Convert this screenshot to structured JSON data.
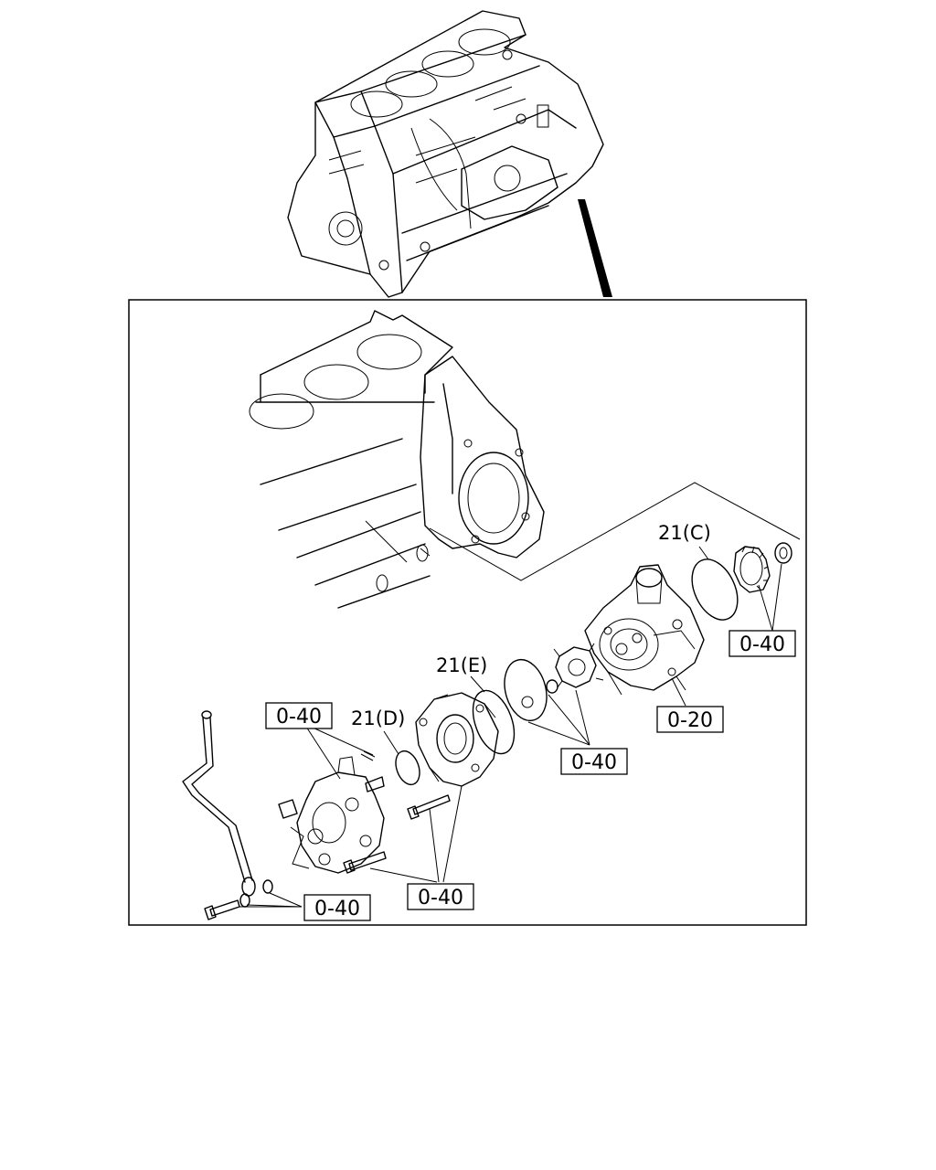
{
  "callouts": {
    "ref_21c": "21(C)",
    "ref_21e": "21(E)",
    "ref_21d": "21(D)",
    "code_right_gear": "0-40",
    "code_housing": "0-20",
    "code_coupling": "0-40",
    "code_pump_top": "0-40",
    "code_bolts_bottom": "0-40",
    "code_pipe_bolt": "0-40"
  }
}
